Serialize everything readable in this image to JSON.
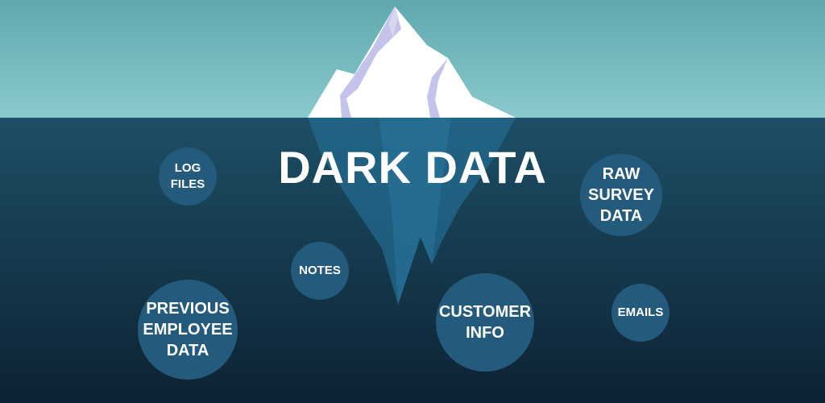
{
  "title": "DARK DATA",
  "colors": {
    "sky_top": "#5fa9ad",
    "sky_bottom": "#8ac9cd",
    "sea_top": "#1d4f66",
    "sea_bottom": "#0d2233",
    "iceberg_top": "#ffffff",
    "iceberg_shadow": "#c3c3ec",
    "iceberg_underwater": "#23698e",
    "bubble_fill": "#245a7c",
    "text": "#ffffff"
  },
  "bubbles": {
    "log_files": "LOG\nFILES",
    "notes": "NOTES",
    "previous_employee_data": "PREVIOUS\nEMPLOYEE\nDATA",
    "customer_info": "CUSTOMER\nINFO",
    "raw_survey_data": "RAW\nSURVEY\nDATA",
    "emails": "EMAILS"
  }
}
